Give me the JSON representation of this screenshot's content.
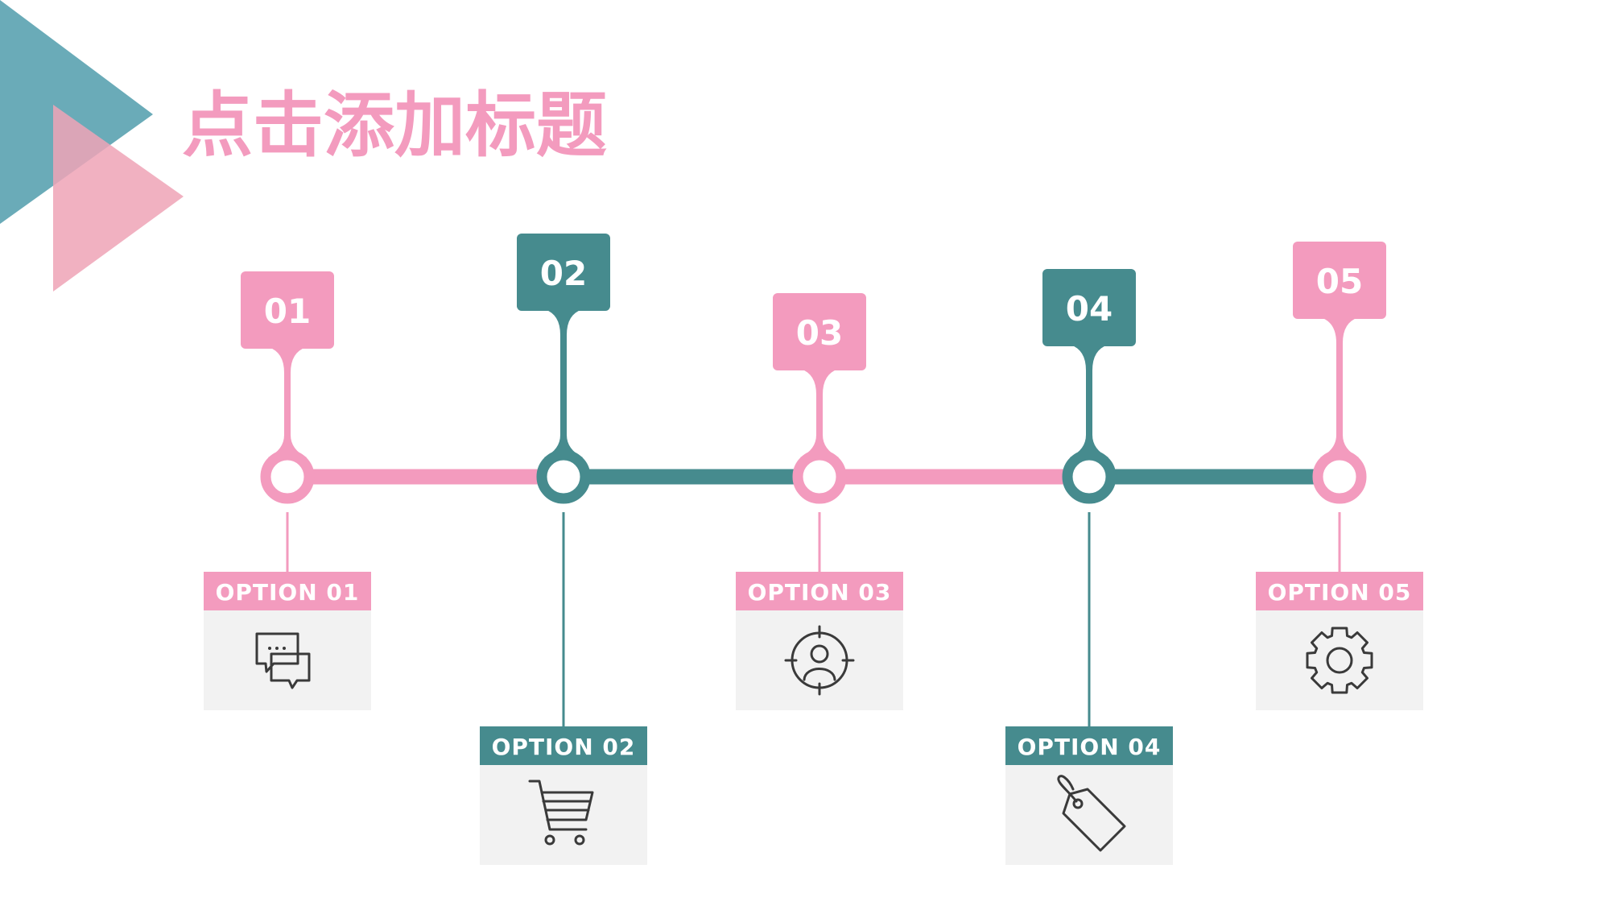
{
  "title": "点击添加标题",
  "colors": {
    "pink": "#F39BBE",
    "teal": "#468B8E",
    "triangle_teal": "#6AABB8",
    "triangle_pink": "#EFA3B6",
    "card_bg": "#F2F2F2",
    "icon_stroke": "#3A3A3A",
    "title": "#F39BBE"
  },
  "steps": [
    {
      "number": "01",
      "option": "OPTION 01",
      "color": "pink",
      "icon": "chat-bubbles-icon"
    },
    {
      "number": "02",
      "option": "OPTION 02",
      "color": "teal",
      "icon": "shopping-cart-icon"
    },
    {
      "number": "03",
      "option": "OPTION 03",
      "color": "pink",
      "icon": "target-user-icon"
    },
    {
      "number": "04",
      "option": "OPTION 04",
      "color": "teal",
      "icon": "price-tag-icon"
    },
    {
      "number": "05",
      "option": "OPTION 05",
      "color": "pink",
      "icon": "gear-icon"
    }
  ]
}
